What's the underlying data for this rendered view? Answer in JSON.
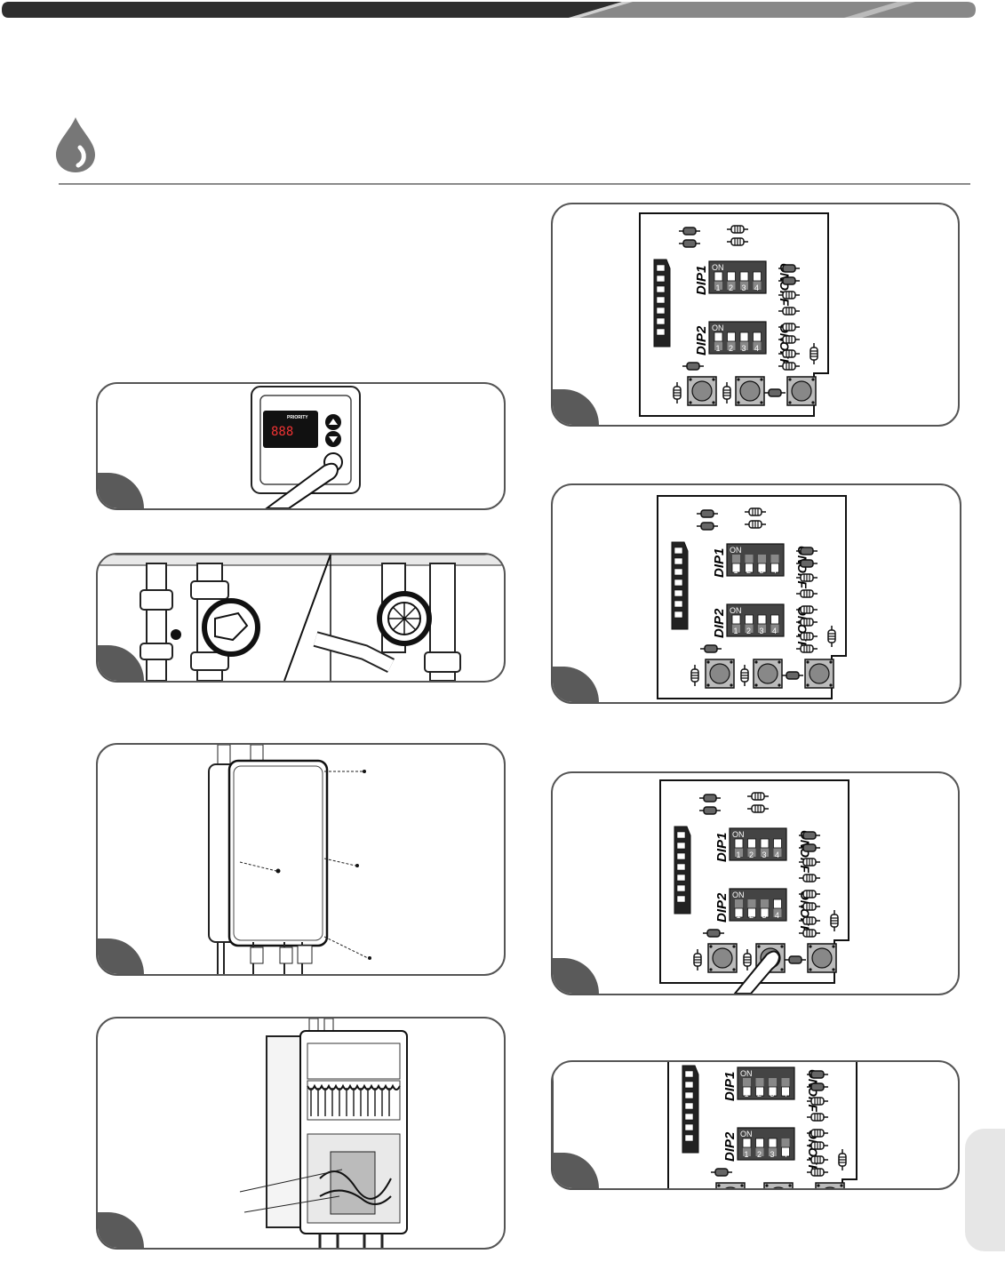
{
  "header": {
    "bar_color": "#333333",
    "accent_color": "#8a8a8a"
  },
  "icons": {
    "section": "water-drop-icon"
  },
  "controller": {
    "display": "888",
    "priority_label": "PRIORITY"
  },
  "dip": {
    "dip1_label": "DIP1",
    "dip2_label": "DIP2",
    "on_label": "ON",
    "off_label": "OFF",
    "switch_on_text": "ON",
    "switch_numbers": [
      "1",
      "2",
      "3",
      "4"
    ]
  }
}
